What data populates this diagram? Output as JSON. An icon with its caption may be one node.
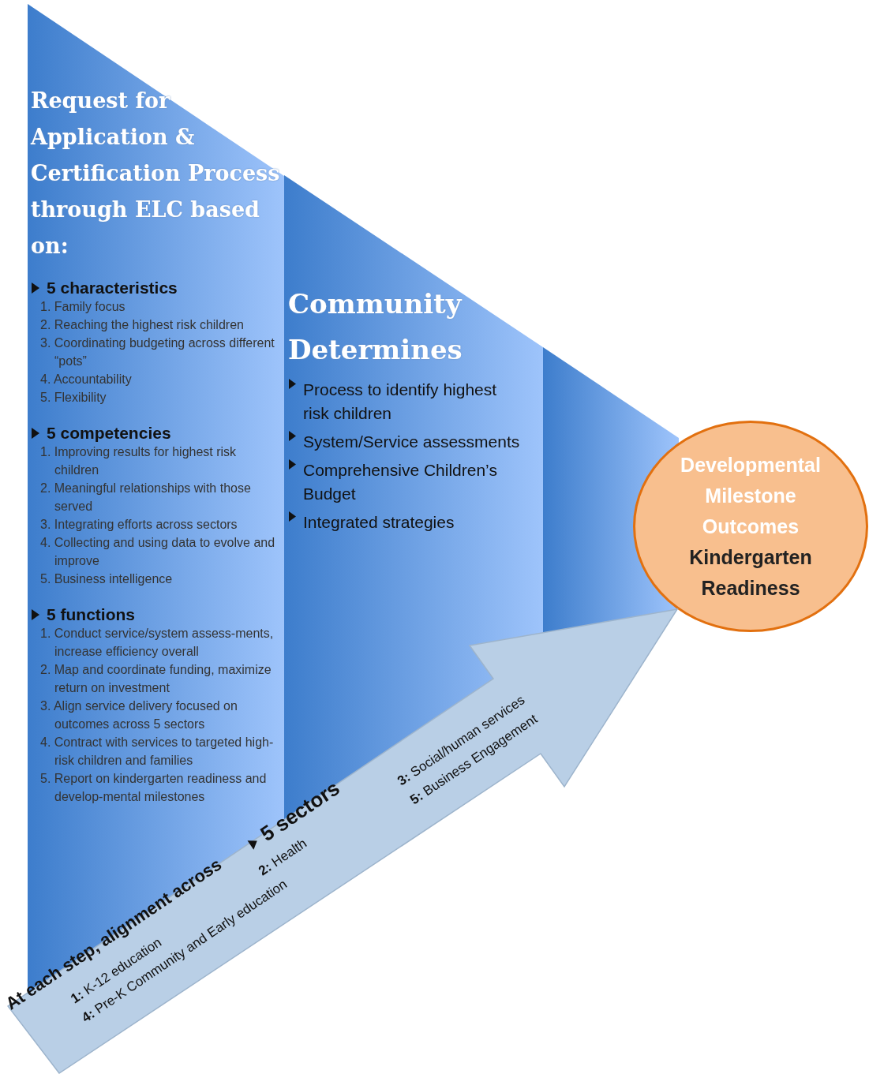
{
  "diagram": {
    "nodes": [
      {
        "text": [
          "Request for Application & Certification Process through ELC based on:",
          "5 characteristics",
          "1. Family focus",
          "2. Reaching the highest risk children",
          "3. Coordinating budgeting across different “pots”",
          "4. Accountability",
          "5. Flexibility",
          "5 competencies",
          "1. Improving results for highest risk children",
          "2. Meaningful relationships with those served",
          "3. Integrating efforts across sectors",
          "4. Collecting and using data to evolve and improve",
          "5. Business intelligence",
          "5 functions",
          "1. Conduct service/system assess-ments, increase efficiency overall",
          "2. Map and coordinate funding, maximize return on investment",
          "3. Align service delivery focused on outcomes across 5 sectors",
          "4. Contract with services to targeted high-risk children and families",
          "5. Report on kindergarten readiness and develop-mental milestones"
        ]
      },
      {
        "text": [
          "Community Determines",
          "Process to identify highest risk children",
          "System/Service assessments",
          "Comprehensive Children’s Budget",
          "Integrated strategies"
        ]
      },
      {
        "text": [],
        "shape": "bar"
      },
      {
        "text": [
          "Developmental Milestone Outcomes",
          "Kindergarten Readiness"
        ]
      },
      {
        "text": [
          "At each step, alignment across",
          "5 sectors",
          "**1:** K-12 education",
          "**4:** Pre-K Community and Early education",
          "**2:** Health",
          "**3:** Social/human services",
          "**5:** Business Engagement"
        ]
      }
    ]
  }
}
